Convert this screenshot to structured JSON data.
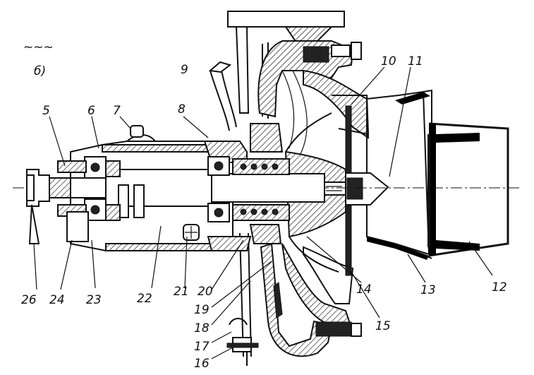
{
  "figure": {
    "panel_label": "б)",
    "corner_mark": "~~~"
  },
  "callouts": [
    {
      "id": "c5",
      "text": "5"
    },
    {
      "id": "c6",
      "text": "6"
    },
    {
      "id": "c7",
      "text": "7"
    },
    {
      "id": "c8",
      "text": "8"
    },
    {
      "id": "c9",
      "text": "9"
    },
    {
      "id": "c10",
      "text": "10"
    },
    {
      "id": "c11",
      "text": "11"
    },
    {
      "id": "c12",
      "text": "12"
    },
    {
      "id": "c13",
      "text": "13"
    },
    {
      "id": "c14",
      "text": "14"
    },
    {
      "id": "c15",
      "text": "15"
    },
    {
      "id": "c16",
      "text": "16"
    },
    {
      "id": "c17",
      "text": "17"
    },
    {
      "id": "c18",
      "text": "18"
    },
    {
      "id": "c19",
      "text": "19"
    },
    {
      "id": "c20",
      "text": "20"
    },
    {
      "id": "c21",
      "text": "21"
    },
    {
      "id": "c22",
      "text": "22"
    },
    {
      "id": "c23",
      "text": "23"
    },
    {
      "id": "c24",
      "text": "24"
    },
    {
      "id": "c26",
      "text": "26"
    }
  ]
}
